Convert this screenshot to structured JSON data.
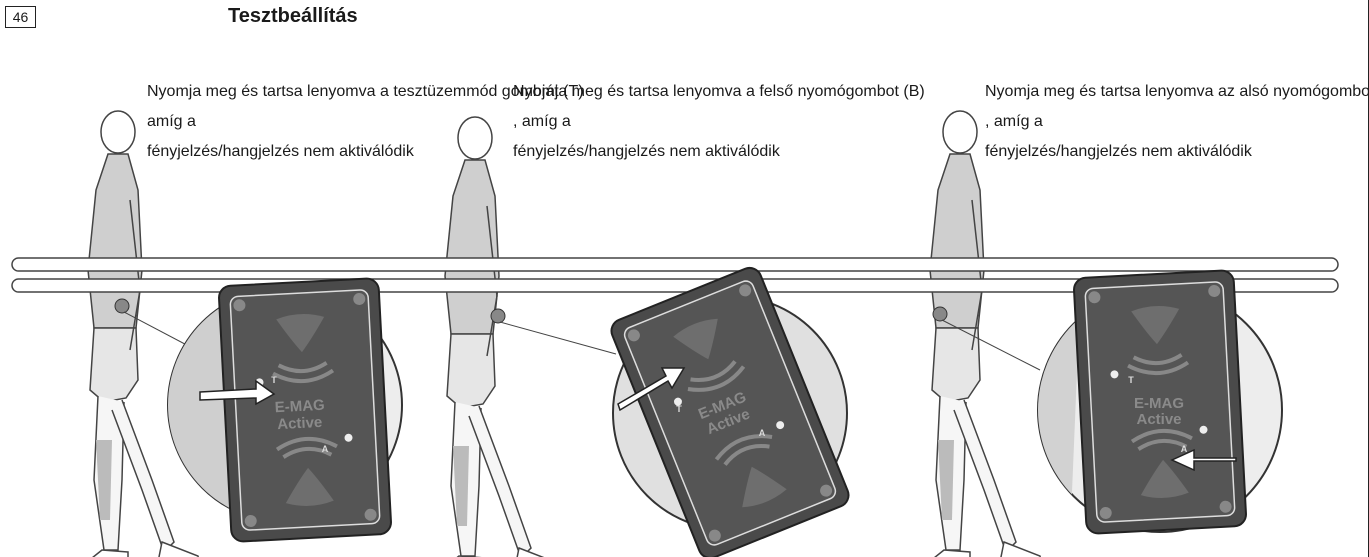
{
  "page_number": "46",
  "title": "Tesztbeállítás",
  "steps": [
    {
      "line1": "Nyomja meg és tartsa lenyomva a tesztüzemmód gombját (T)",
      "line2": "amíg a",
      "line3": "fényjelzés/hangjelzés nem aktiválódik"
    },
    {
      "line1": "Nyomja meg és tartsa lenyomva a felső nyomógombot (B)",
      "line2": ", amíg a",
      "line3": "fényjelzés/hangjelzés nem aktiválódik"
    },
    {
      "line1": "Nyomja meg és tartsa lenyomva az alsó nyomógombot (B)",
      "line2": ", amíg a",
      "line3": "fényjelzés/hangjelzés nem aktiválódik"
    }
  ],
  "device": {
    "line1": "E-MAG",
    "line2": "Active",
    "label_t": "T",
    "label_a": "A"
  }
}
